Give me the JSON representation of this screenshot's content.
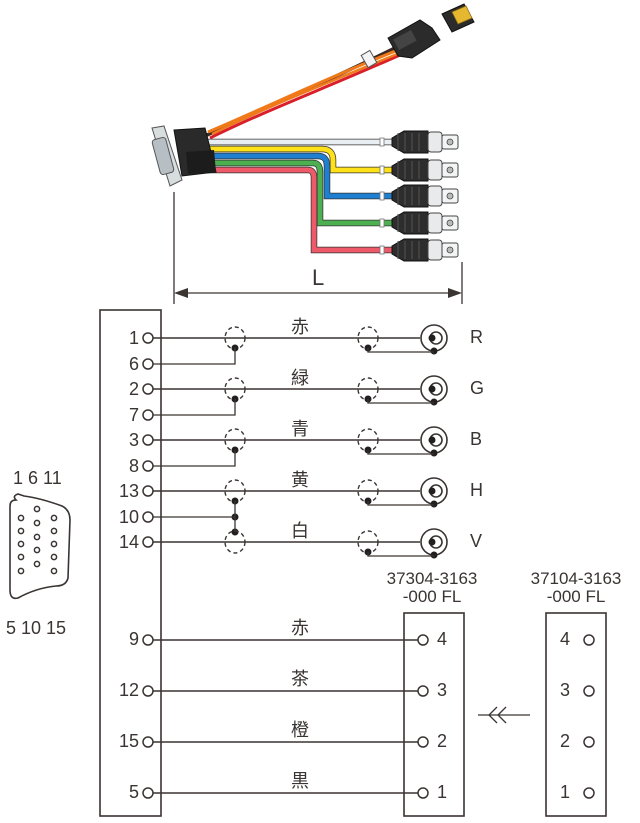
{
  "illustration": {
    "dimension_label": "L",
    "wire_colors": {
      "white": "#e8eef2",
      "yellow": "#ffe11a",
      "blue": "#1f7fd0",
      "green": "#4caf50",
      "red": "#ef5a6a",
      "orange": "#f07a1a",
      "dark": "#3b2a24",
      "power_red": "#d9202a"
    }
  },
  "dsub_pinout": {
    "top_label": "1 6 11",
    "bottom_label": "5 10 15"
  },
  "signal_rows": [
    {
      "pins": [
        "1",
        "6"
      ],
      "wire_color": "赤",
      "signal": "R",
      "ground_linked_next": false
    },
    {
      "pins": [
        "2",
        "7"
      ],
      "wire_color": "緑",
      "signal": "G",
      "ground_linked_next": false
    },
    {
      "pins": [
        "3",
        "8"
      ],
      "wire_color": "青",
      "signal": "B",
      "ground_linked_next": false
    },
    {
      "pins": [
        "13",
        "10"
      ],
      "wire_color": "黄",
      "signal": "H",
      "ground_linked_next": true
    },
    {
      "pins": [
        "14"
      ],
      "wire_color": "白",
      "signal": "V",
      "ground_linked_next": false
    }
  ],
  "power_connector": {
    "plug_part": [
      "37304-3163",
      "-000 FL"
    ],
    "socket_part": [
      "37104-3163",
      "-000 FL"
    ],
    "mate_symbol": "≪",
    "rows": [
      {
        "dsub_pin": "9",
        "wire_color": "赤",
        "plug_pin": "4",
        "socket_pin": "4"
      },
      {
        "dsub_pin": "12",
        "wire_color": "茶",
        "plug_pin": "3",
        "socket_pin": "3"
      },
      {
        "dsub_pin": "15",
        "wire_color": "橙",
        "plug_pin": "2",
        "socket_pin": "2"
      },
      {
        "dsub_pin": "5",
        "wire_color": "黒",
        "plug_pin": "1",
        "socket_pin": "1"
      }
    ]
  }
}
